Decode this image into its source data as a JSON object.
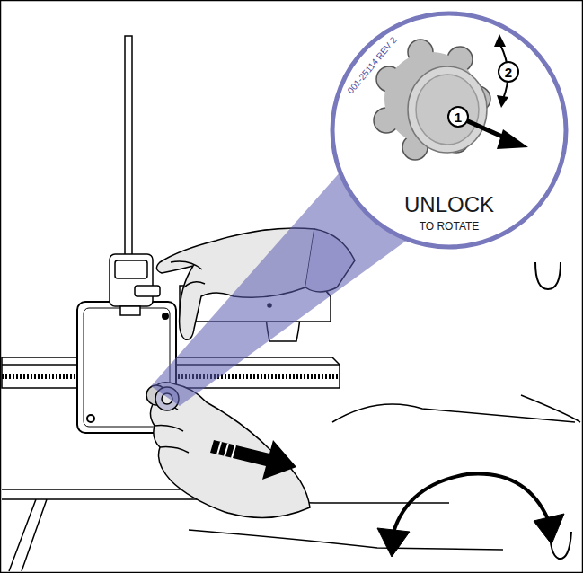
{
  "diagram": {
    "labels": [
      "001-25114 REV 2",
      "2",
      "1",
      "UNLOCK",
      "TO ROTATE"
    ]
  }
}
